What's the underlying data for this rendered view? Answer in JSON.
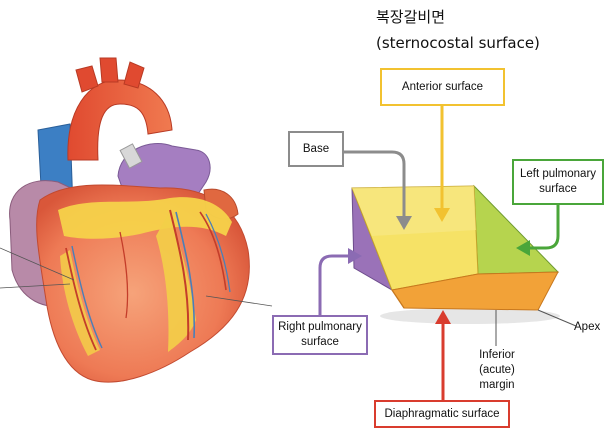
{
  "title": {
    "korean": "복장갈비면",
    "english": "(sternocostal surface)"
  },
  "labels": {
    "anterior": "Anterior surface",
    "base": "Base",
    "left_pulmonary": "Left pulmonary surface",
    "right_pulmonary": "Right pulmonary surface",
    "diaphragmatic": "Diaphragmatic surface",
    "inferior_margin": "Inferior (acute) margin",
    "apex": "Apex"
  },
  "colors": {
    "anterior": "#f2c230",
    "base": "#8c8c8c",
    "left_pulmonary": "#4aa63a",
    "right_pulmonary": "#8b6bb3",
    "diaphragmatic": "#d93c2e"
  }
}
